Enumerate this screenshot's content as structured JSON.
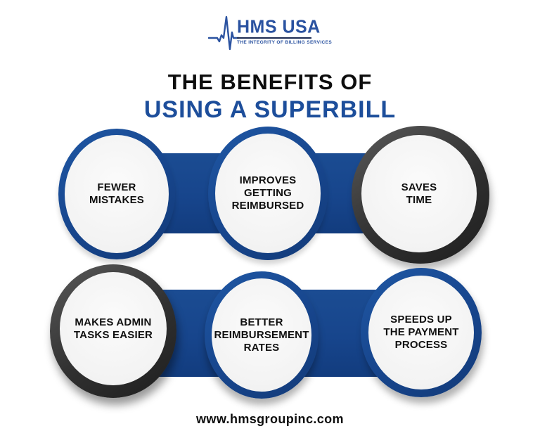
{
  "logo": {
    "name": "HMS USA",
    "tagline": "THE INTEGRITY OF BILLING SERVICES"
  },
  "title": {
    "line1": "THE BENEFITS OF",
    "line2": "USING A SUPERBILL"
  },
  "benefits": {
    "rows": [
      {
        "items": [
          {
            "label": "FEWER\nMISTAKES",
            "ring": "blue"
          },
          {
            "label": "IMPROVES\nGETTING\nREIMBURSED",
            "ring": "blue"
          },
          {
            "label": "SAVES\nTIME",
            "ring": "dark"
          }
        ]
      },
      {
        "items": [
          {
            "label": "MAKES ADMIN\nTASKS EASIER",
            "ring": "dark"
          },
          {
            "label": "BETTER\nREIMBURSEMENT\nRATES",
            "ring": "blue"
          },
          {
            "label": "SPEEDS UP\nTHE PAYMENT\nPROCESS",
            "ring": "blue"
          }
        ]
      }
    ]
  },
  "footer": {
    "website": "www.hmsgroupinc.com"
  },
  "colors": {
    "accent_blue": "#17458c",
    "title_blue": "#1d4e9b",
    "logo_blue": "#2a52a0",
    "ring_dark": "#333333",
    "inner_circle": "#f3f3f3",
    "text_black": "#0d0d0d"
  }
}
